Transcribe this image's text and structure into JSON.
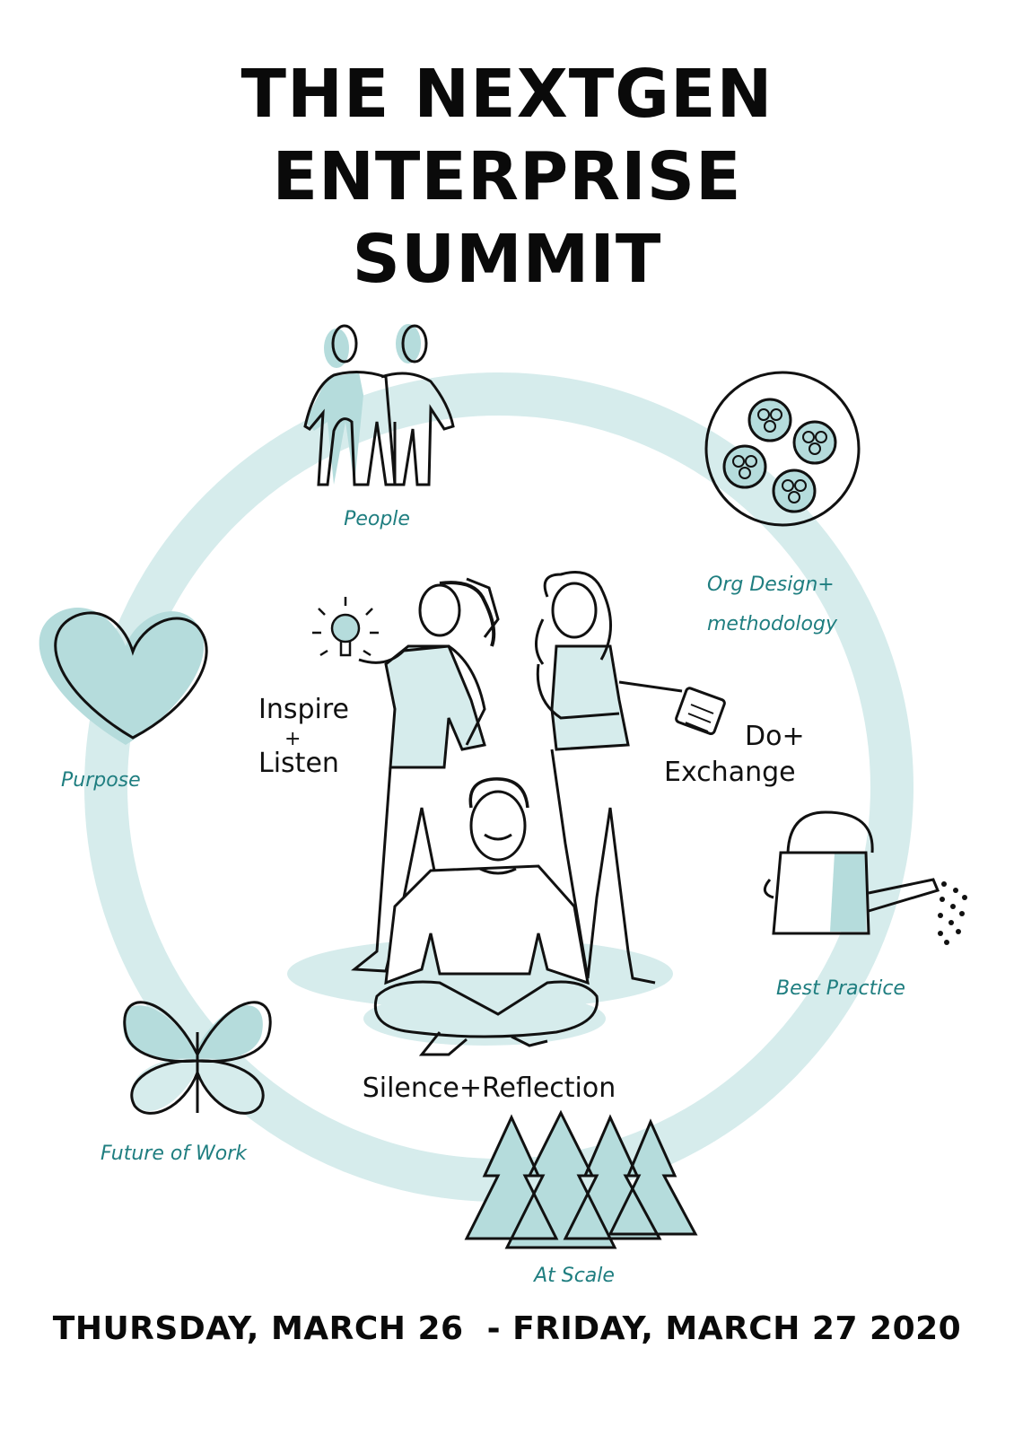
{
  "title": {
    "line1": "THE NEXTGEN",
    "line2": "ENTERPRISE",
    "line3": "SUMMIT"
  },
  "date": "THURSDAY, MARCH 26  - FRIDAY, MARCH 27 2020",
  "cycle_labels": {
    "people": "People",
    "org_design_1": "Org Design+",
    "org_design_2": "methodology",
    "purpose": "Purpose",
    "best_practice": "Best Practice",
    "future_of_work": "Future of Work",
    "at_scale": "At Scale"
  },
  "center_labels": {
    "inspire": "Inspire",
    "plus1": "+",
    "listen": "Listen",
    "do": "Do+",
    "exchange": "Exchange",
    "silence": "Silence+Reflection"
  },
  "colors": {
    "accent": "#b5dcdc",
    "accent_light": "#d6ecec",
    "label_teal": "#1f7e80",
    "ink": "#111111"
  },
  "icons": [
    "people-icon",
    "org-design-icon",
    "heart-icon",
    "watering-can-icon",
    "butterfly-icon",
    "trees-icon",
    "lightbulb-icon",
    "clipboard-icon"
  ]
}
